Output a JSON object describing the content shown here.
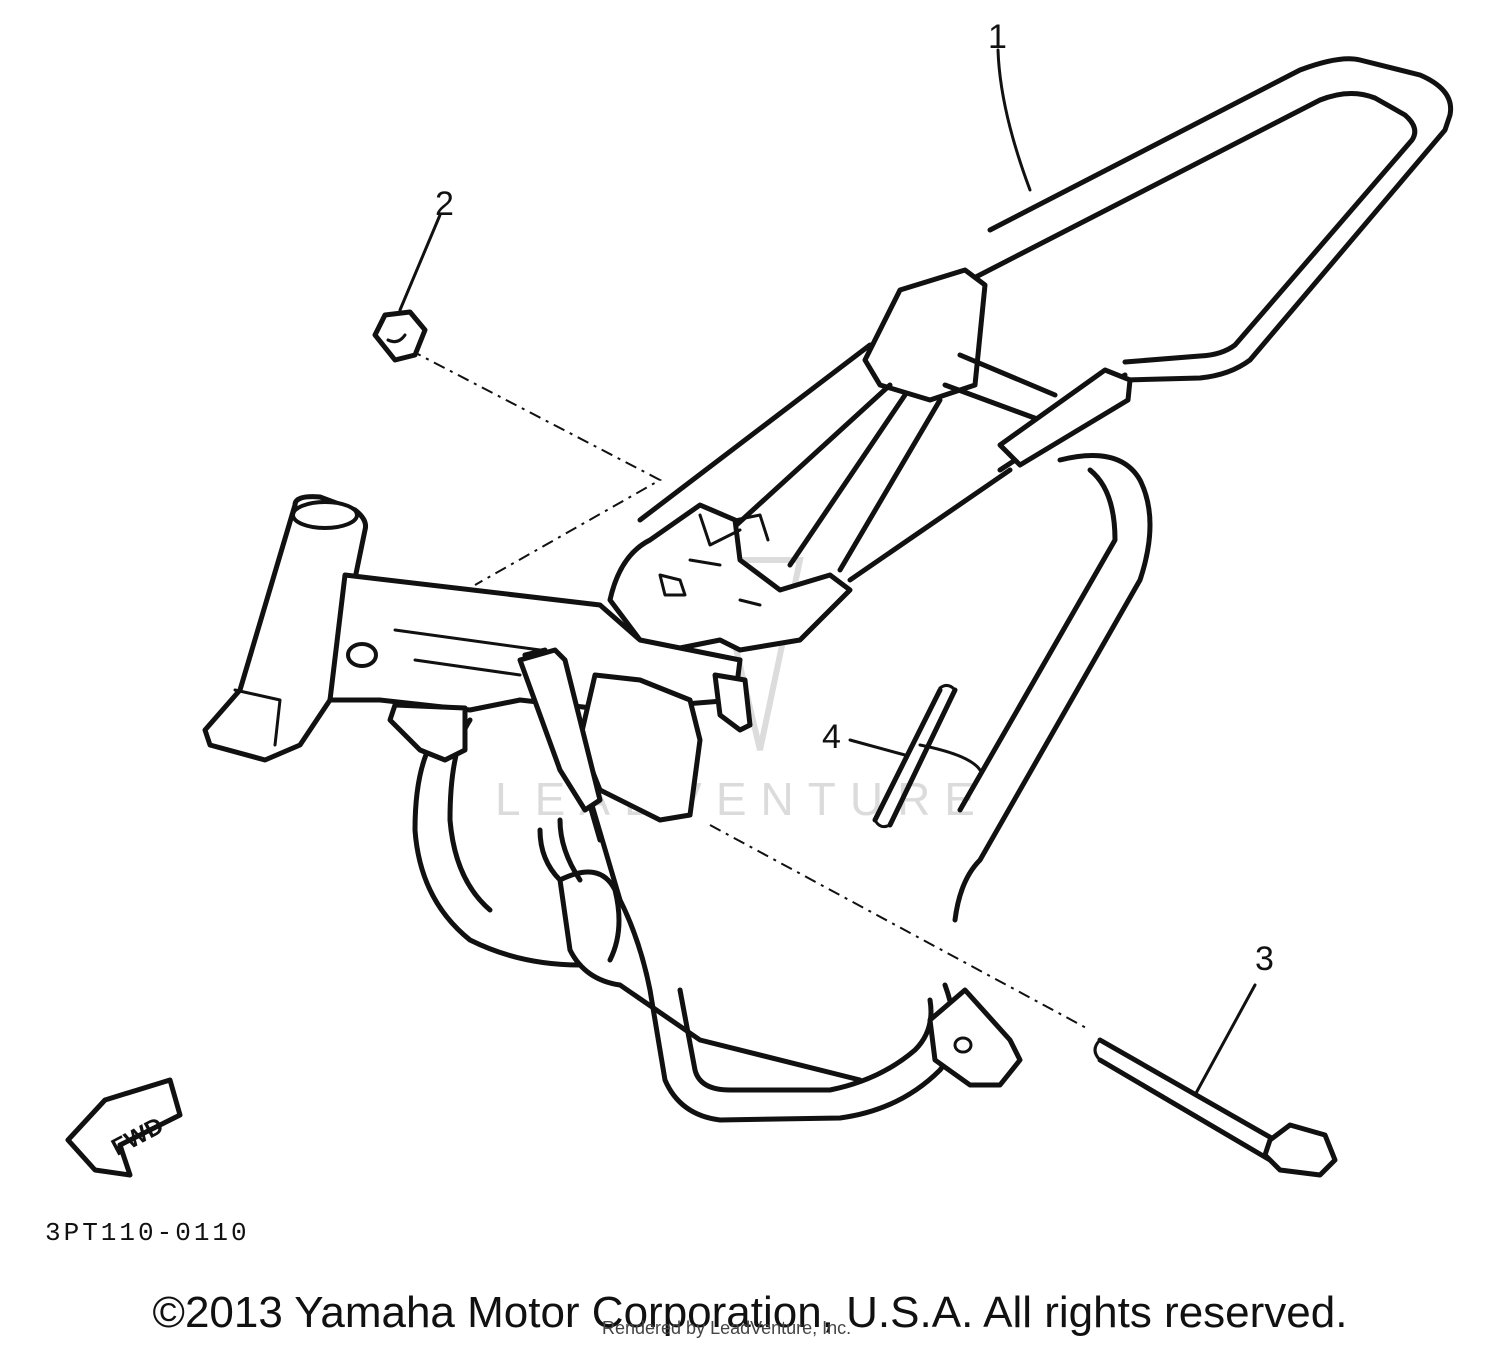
{
  "diagram": {
    "callouts": [
      {
        "number": "1",
        "part": "frame"
      },
      {
        "number": "2",
        "part": "nut"
      },
      {
        "number": "3",
        "part": "bolt"
      },
      {
        "number": "4",
        "part": "pin"
      }
    ],
    "part_code": "3PT110-0110",
    "direction_label": "FWD",
    "watermark": "LEADVENTURE"
  },
  "footer": {
    "copyright": "©2013 Yamaha Motor Corporation, U.S.A. All rights reserved.",
    "rendered_by": "Rendered by LeadVenture, Inc."
  }
}
